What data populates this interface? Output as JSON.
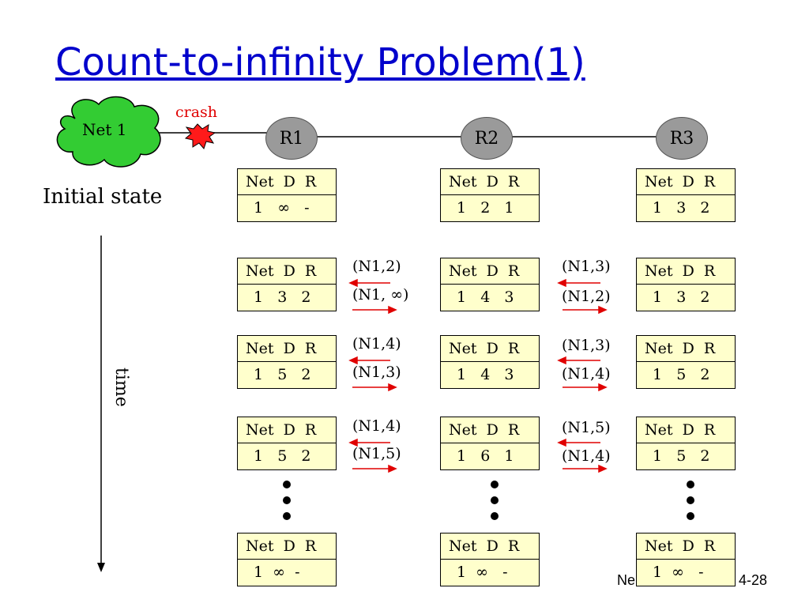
{
  "slide": {
    "title": "Count-to-infinity Problem(1)",
    "footer": "Ne",
    "page": "4-28"
  },
  "network": {
    "cloud_label": "Net 1",
    "crash_label": "crash",
    "routers": [
      "R1",
      "R2",
      "R3"
    ]
  },
  "labels": {
    "initial_state": "Initial state",
    "time": "time"
  },
  "table_header": "Net  D  R",
  "rows": [
    {
      "r1": "1   ∞   -",
      "r2": "1   2   1",
      "r3": "1   3   2"
    },
    {
      "r1": "1   3   2",
      "r2": "1   4   3",
      "r3": "1   3   2"
    },
    {
      "r1": "1   5   2",
      "r2": "1   4   3",
      "r3": "1   5   2"
    },
    {
      "r1": "1   5   2",
      "r2": "1   6   1",
      "r3": "1   5   2"
    },
    {
      "r1": "1  ∞  -",
      "r2": "1  ∞   -",
      "r3": "1  ∞   -"
    }
  ],
  "messages": [
    {
      "r1r2_left": "(N1,2)",
      "r1r2_right": "(N1, ∞)",
      "r2r3_left": "(N1,3)",
      "r2r3_right": "(N1,2)"
    },
    {
      "r1r2_left": "(N1,4)",
      "r1r2_right": "(N1,3)",
      "r2r3_left": "(N1,3)",
      "r2r3_right": "(N1,4)"
    },
    {
      "r1r2_left": "(N1,4)",
      "r1r2_right": "(N1,5)",
      "r2r3_left": "(N1,5)",
      "r2r3_right": "(N1,4)"
    }
  ],
  "colors": {
    "title": "#0000cc",
    "table_fill": "#ffffcc",
    "router_fill": "#9a9a9a",
    "cloud_fill": "#33cc33",
    "arrow": "#e00000"
  }
}
